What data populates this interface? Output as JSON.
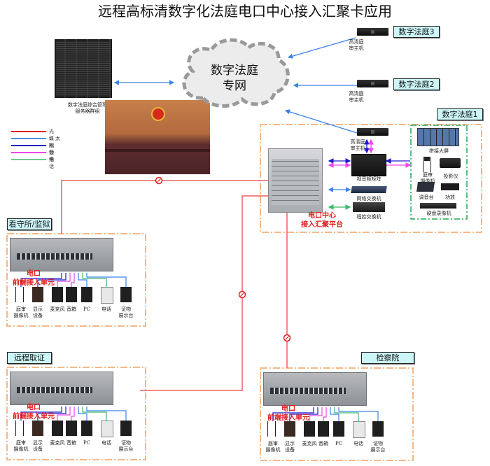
{
  "title": "远程高标清数字化法庭电口中心接入汇聚卡应用",
  "cloud": {
    "line1": "数字法庭",
    "line2": "专网"
  },
  "server_group": {
    "label_line1": "数字法庭综合管理",
    "label_line2": "服务器群组"
  },
  "legend": [
    {
      "label": "光　纤",
      "color": "#e01010"
    },
    {
      "label": "以太网",
      "color": "#4a90e8"
    },
    {
      "label": "视　频",
      "color": "#1010c0"
    },
    {
      "label": "音　频",
      "color": "#ee44ee"
    },
    {
      "label": "电　话",
      "color": "#6ccc8a"
    }
  ],
  "courts": {
    "court3": {
      "tag": "数字法庭3",
      "host_line1": "高清庭",
      "host_line2": "审主机"
    },
    "court2": {
      "tag": "数字法庭2",
      "host_line1": "高清庭",
      "host_line2": "审主机"
    },
    "court1": {
      "tag": "数字法庭1",
      "host_line1": "高清庭",
      "host_line2": "审主机",
      "matrix": "视音频矩阵",
      "network_switch": "网络交换机",
      "pbx": "程控交换机",
      "platform_line1": "电口中心",
      "platform_line2": "接入汇聚平台",
      "devices": {
        "video_wall": "拼接大屏",
        "camera_line1": "庭审",
        "camera_line2": "摄像机",
        "projector": "投影仪",
        "mixer": "调音台",
        "amplifier": "功放",
        "dvr": "硬盘录像机"
      }
    }
  },
  "remote_sites": [
    {
      "tag": "看守所/监狱",
      "unit_line1": "电口",
      "unit_line2": "前端接入单元",
      "devices": [
        {
          "line1": "庭审",
          "line2": "摄像机"
        },
        {
          "line1": "显示",
          "line2": "设备"
        },
        {
          "line1": "麦克风",
          "line2": ""
        },
        {
          "line1": "音箱",
          "line2": ""
        },
        {
          "line1": "PC",
          "line2": ""
        },
        {
          "line1": "电话",
          "line2": ""
        },
        {
          "line1": "证物",
          "line2": "展示台"
        }
      ]
    },
    {
      "tag": "远程取证",
      "unit_line1": "电口",
      "unit_line2": "前端接入单元",
      "devices": [
        {
          "line1": "庭审",
          "line2": "摄像机"
        },
        {
          "line1": "显示",
          "line2": "设备"
        },
        {
          "line1": "麦克风",
          "line2": ""
        },
        {
          "line1": "音箱",
          "line2": ""
        },
        {
          "line1": "PC",
          "line2": ""
        },
        {
          "line1": "电话",
          "line2": ""
        },
        {
          "line1": "证物",
          "line2": "展示台"
        }
      ]
    },
    {
      "tag": "检察院",
      "unit_line1": "电口",
      "unit_line2": "前端接入单元",
      "devices": [
        {
          "line1": "庭审",
          "line2": "摄像机"
        },
        {
          "line1": "显示",
          "line2": "设备"
        },
        {
          "line1": "麦克风",
          "line2": ""
        },
        {
          "line1": "音箱",
          "line2": ""
        },
        {
          "line1": "PC",
          "line2": ""
        },
        {
          "line1": "电话",
          "line2": ""
        },
        {
          "line1": "证物",
          "line2": "展示台"
        }
      ]
    }
  ],
  "colors": {
    "fiber": "#ee2020",
    "ethernet": "#3b82e6",
    "video": "#1a1ad0",
    "audio": "#ee44ee",
    "phone": "#3cb86a",
    "dash_orange": "#f0a060",
    "dash_green": "#22aa55"
  }
}
